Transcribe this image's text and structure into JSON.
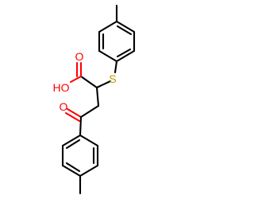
{
  "molecule": {
    "atom_labels": {
      "hydroxyl": "HO",
      "carbonyl_oxygen_acid": "O",
      "sulfur": "S",
      "carbonyl_oxygen_ketone": "O"
    },
    "colors": {
      "bond": "#000000",
      "oxygen": "#ff0000",
      "sulfur": "#b8a000"
    }
  }
}
